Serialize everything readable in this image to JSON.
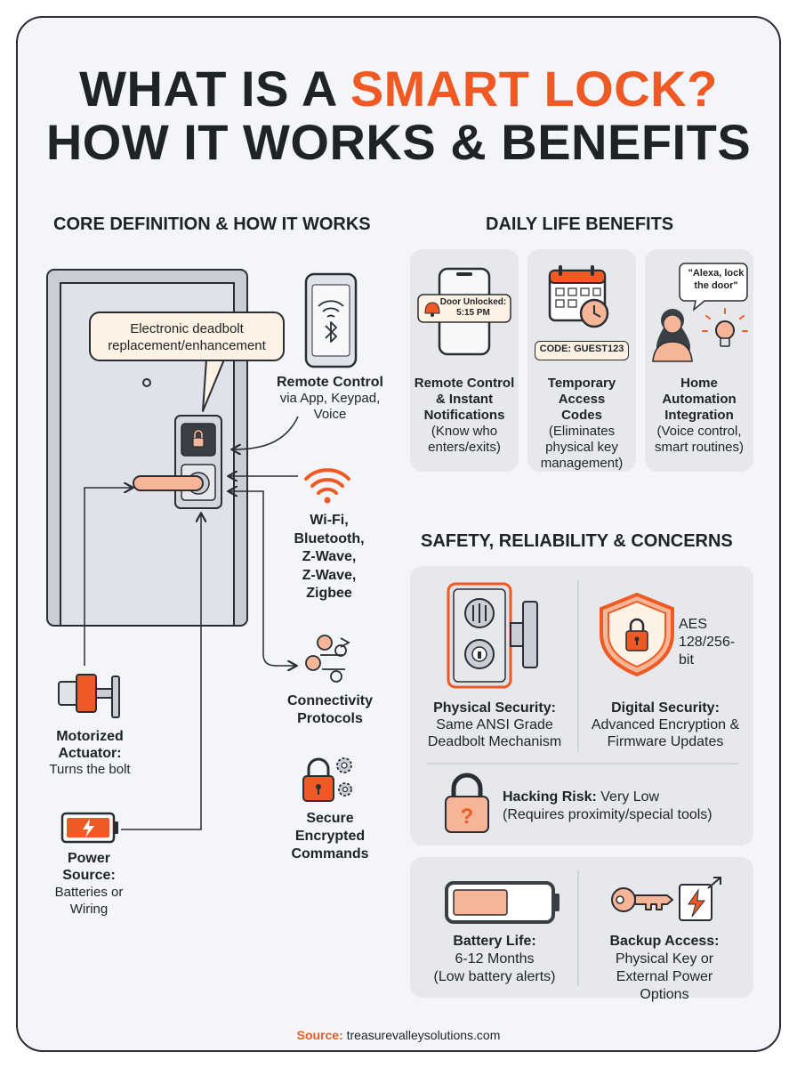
{
  "title": {
    "line1_prefix": "WHAT IS A ",
    "line1_highlight": "SMART LOCK?",
    "line2": "HOW IT WORKS & BENEFITS"
  },
  "core": {
    "heading": "CORE DEFINITION & HOW IT WORKS",
    "callout": "Electronic deadbolt replacement/enhancement",
    "remote_control": {
      "title": "Remote Control",
      "desc": "via App, Keypad, Voice"
    },
    "protocols_list": [
      "Wi-Fi,",
      "Bluetooth,",
      "Z-Wave,",
      "Z-Wave,",
      "Zigbee"
    ],
    "connectivity": "Connectivity Protocols",
    "secure": "Secure Encrypted Commands",
    "actuator": {
      "title": "Motorized Actuator:",
      "desc": "Turns the bolt"
    },
    "power": {
      "title": "Power Source:",
      "desc": "Batteries or Wiring"
    }
  },
  "daily": {
    "heading": "DAILY LIFE BENEFITS",
    "notification": "Door Unlocked: 5:15 PM",
    "code": "CODE: GUEST123",
    "voice_bubble": "\"Alexa, lock the door\"",
    "cards": [
      {
        "title": "Remote Control & Instant Notifications",
        "desc": "(Know who enters/exits)"
      },
      {
        "title": "Temporary Access Codes",
        "desc": "(Eliminates physical key management)"
      },
      {
        "title": "Home Automation Integration",
        "desc": "(Voice control, smart routines)"
      }
    ]
  },
  "safety": {
    "heading": "SAFETY, RELIABILITY & CONCERNS",
    "aes": "AES 128/256-bit",
    "physical": {
      "title": "Physical Security:",
      "desc": "Same ANSI Grade Deadbolt Mechanism"
    },
    "digital": {
      "title": "Digital Security:",
      "desc": "Advanced Encryption & Firmware Updates"
    },
    "hacking": {
      "title": "Hacking Risk:",
      "value": "Very Low",
      "desc": "(Requires proximity/special tools)"
    },
    "battery": {
      "title": "Battery Life:",
      "value": "6-12 Months",
      "desc": "(Low battery alerts)"
    },
    "backup": {
      "title": "Backup Access:",
      "desc": "Physical Key or External Power Options"
    }
  },
  "source": {
    "label": "Source:",
    "value": "treasurevalleysolutions.com"
  },
  "colors": {
    "accent": "#ef5a24",
    "peach": "#f6b596",
    "dark": "#2a2d33",
    "card": "#e6e8ec"
  },
  "icons": [
    "smartphone-icon",
    "bluetooth-icon",
    "wifi-icon",
    "connectivity-icon",
    "lock-gear-icon",
    "actuator-icon",
    "battery-icon",
    "bell-icon",
    "calendar-icon",
    "clock-icon",
    "person-icon",
    "lightbulb-icon",
    "shield-lock-icon",
    "padlock-question-icon",
    "key-icon",
    "power-icon"
  ]
}
